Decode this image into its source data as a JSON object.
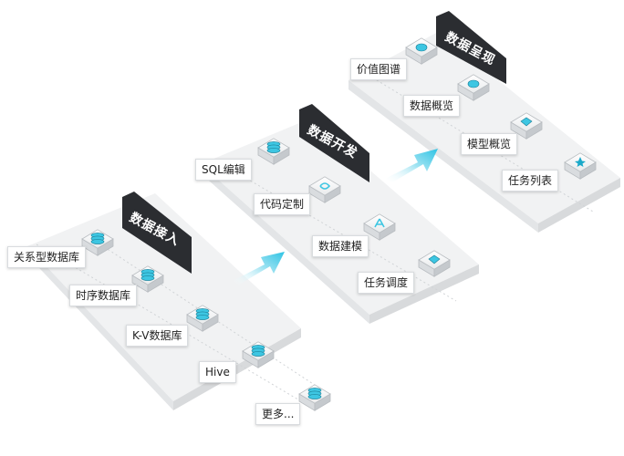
{
  "groups": [
    {
      "title": "数据接入",
      "items": [
        "关系型数据库",
        "时序数据库",
        "K-V数据库",
        "Hive",
        "更多..."
      ]
    },
    {
      "title": "数据开发",
      "items": [
        "SQL编辑",
        "代码定制",
        "数据建模",
        "任务调度"
      ]
    },
    {
      "title": "数据呈现",
      "items": [
        "价值图谱",
        "数据概览",
        "模型概览",
        "任务列表"
      ]
    }
  ],
  "icons": {
    "group1": [
      "database-icon",
      "database-icon",
      "database-icon",
      "database-icon",
      "database-icon"
    ],
    "group2": [
      "list-icon",
      "code-icon",
      "model-icon",
      "schedule-icon"
    ],
    "group3": [
      "graph-icon",
      "overview-icon",
      "model-cube-icon",
      "star-icon"
    ]
  },
  "colors": {
    "accent": "#3dc6e2",
    "platform": "#eceef0",
    "banner": "#2b2d31"
  }
}
